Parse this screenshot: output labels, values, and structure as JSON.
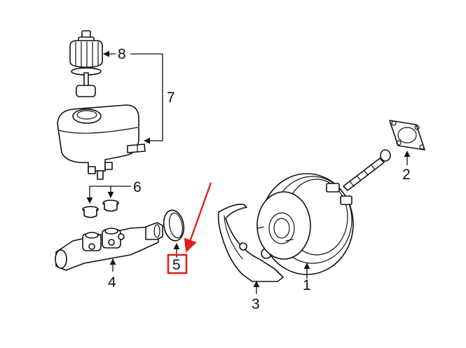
{
  "diagram": {
    "callouts": {
      "c1": "1",
      "c2": "2",
      "c3": "3",
      "c4": "4",
      "c5": "5",
      "c6": "6",
      "c7": "7",
      "c8": "8"
    },
    "highlight_color": "#e0201b",
    "line_color": "#111111"
  }
}
